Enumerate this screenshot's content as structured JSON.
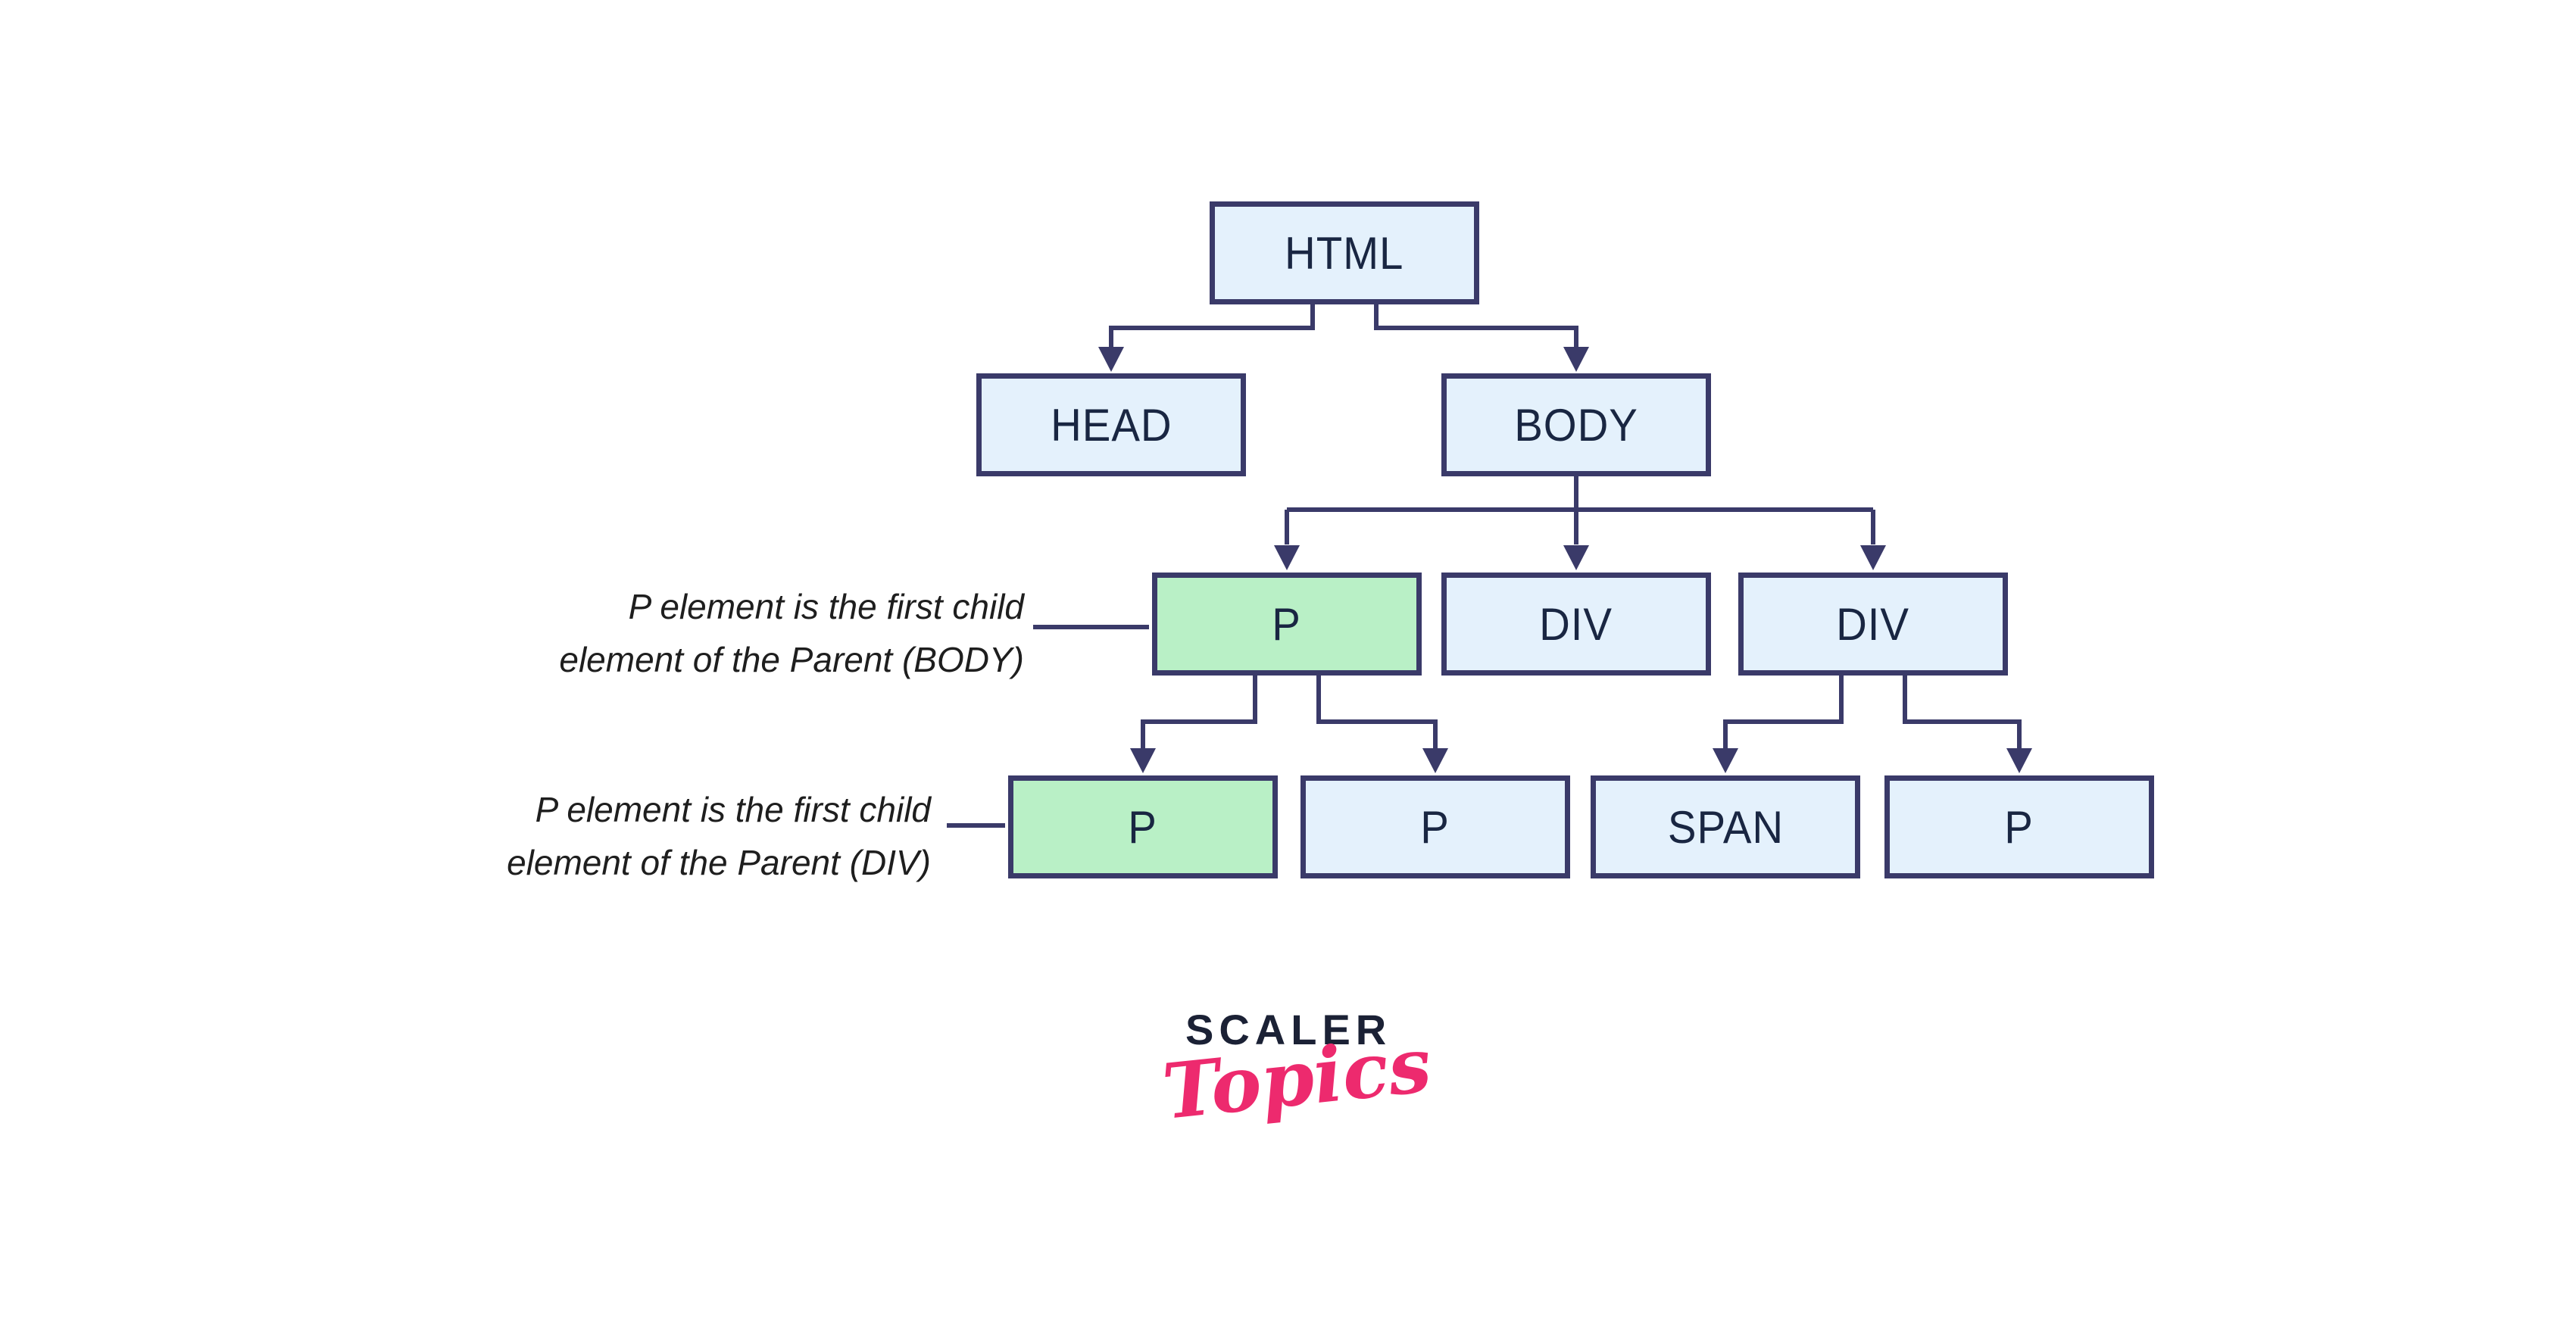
{
  "diagram": {
    "nodes": {
      "html": "HTML",
      "head": "HEAD",
      "body": "BODY",
      "p_body_first": "P",
      "div_left": "DIV",
      "div_right": "DIV",
      "p_div_first": "P",
      "p_second": "P",
      "span": "SPAN",
      "p_last": "P"
    },
    "annotations": {
      "body_first_child": {
        "line1": "P element is the first child",
        "line2": "element of the Parent (BODY)"
      },
      "div_first_child": {
        "line1": "P element is the first child",
        "line2": "element of the Parent (DIV)"
      }
    }
  },
  "logo": {
    "primary": "SCALER",
    "secondary": "Topics"
  },
  "colors": {
    "node-fill": "#E4F1FC",
    "highlight-fill": "#B9F0C6",
    "stroke": "#3A3A69",
    "label": "#192642",
    "annotation": "#1E1E1E",
    "logo-primary": "#1B2135",
    "logo-secondary": "#ED2A6E",
    "background": "#FFFFFF"
  }
}
